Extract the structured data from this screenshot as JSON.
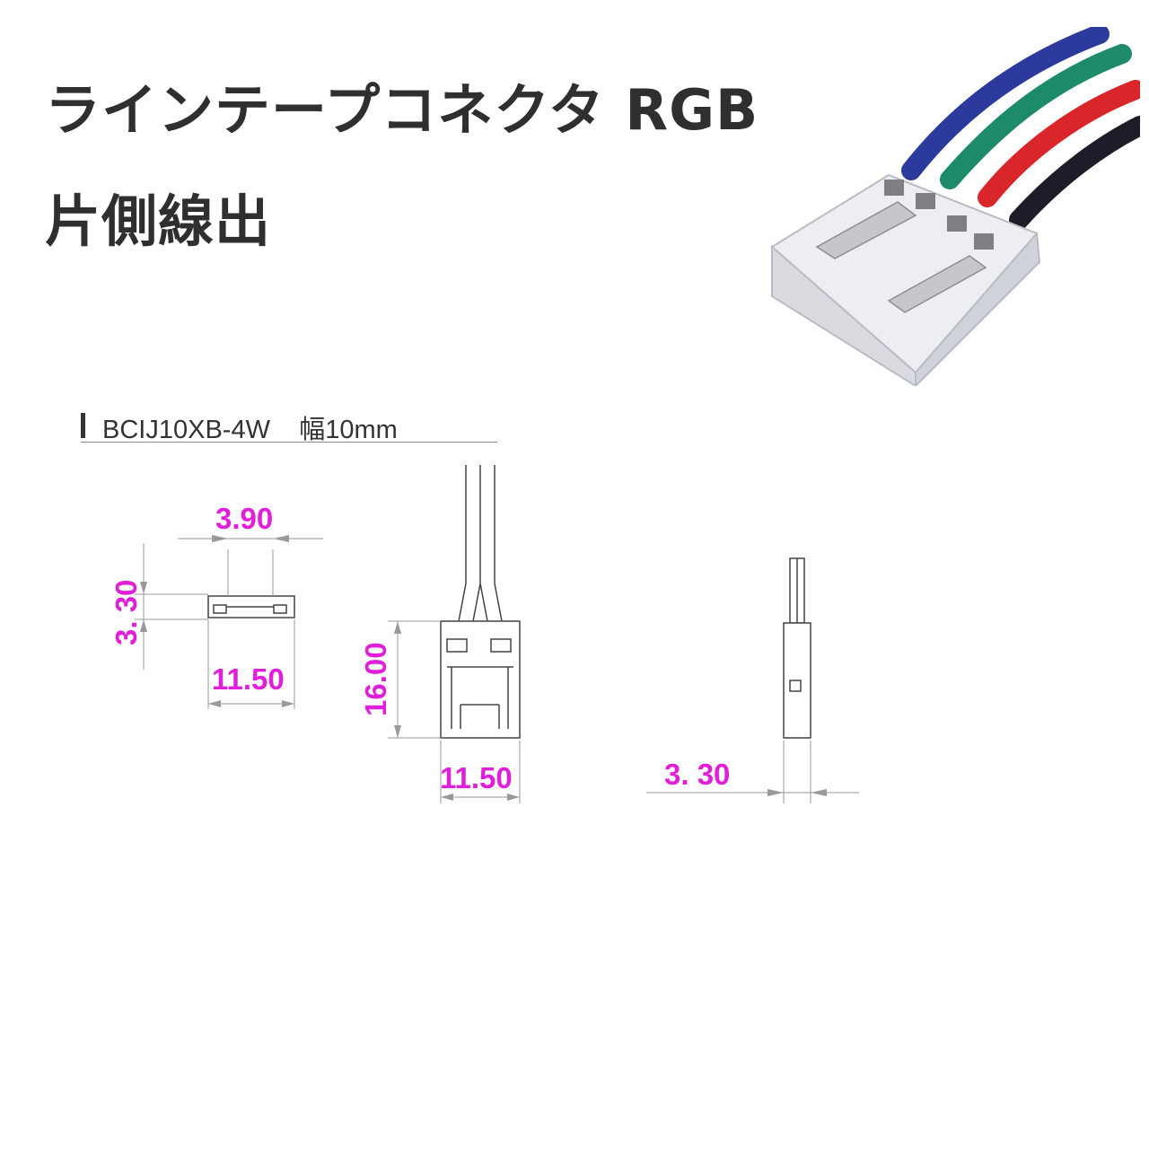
{
  "title": {
    "line1": "ラインテープコネクタ RGB",
    "line2": "片側線出"
  },
  "model": {
    "code": "BCIJ10XB-4W",
    "width_label": "幅10mm"
  },
  "dimensions": {
    "end_top_width": "3.90",
    "end_height": "3. 30",
    "end_width": "11.50",
    "front_height": "16.00",
    "front_width": "11.50",
    "side_thickness": "3. 30"
  },
  "colors": {
    "dimension_text": "#e020d8",
    "wire_blue": "#2b3a9c",
    "wire_green": "#1d8a6a",
    "wire_red": "#d8262a",
    "wire_black": "#1d1d2a"
  }
}
